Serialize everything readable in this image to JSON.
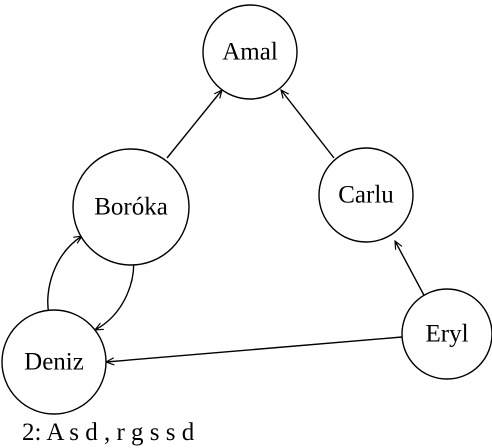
{
  "diagram": {
    "nodes": [
      {
        "id": "amal",
        "label": "Amal"
      },
      {
        "id": "boroka",
        "label": "Boróka"
      },
      {
        "id": "carlu",
        "label": "Carlu"
      },
      {
        "id": "deniz",
        "label": "Deniz"
      },
      {
        "id": "eryl",
        "label": "Eryl"
      }
    ],
    "edges": [
      {
        "from": "Boróka",
        "to": "Amal"
      },
      {
        "from": "Carlu",
        "to": "Amal"
      },
      {
        "from": "Eryl",
        "to": "Carlu"
      },
      {
        "from": "Eryl",
        "to": "Deniz"
      },
      {
        "from": "Boróka",
        "to": "Deniz"
      },
      {
        "from": "Deniz",
        "to": "Boróka"
      }
    ]
  },
  "caption": "2: A     s   d   ,    r      g    s   s  d"
}
